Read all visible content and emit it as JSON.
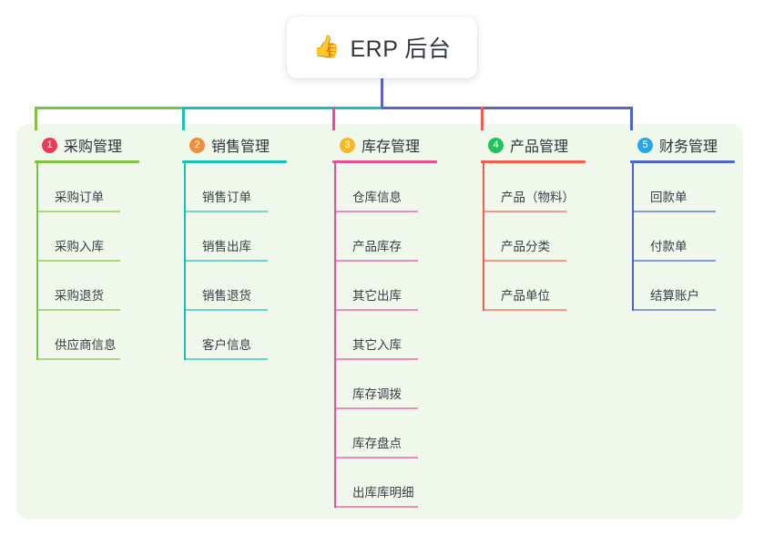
{
  "root": {
    "emoji": "👍",
    "emoji_name": "thumbs-up-icon",
    "title": "ERP 后台"
  },
  "theme": {
    "panel_bg": "#eff8ea",
    "page_bg": "#ffffff",
    "title_color": "#2f3239",
    "root_line_color": "#5b63c4"
  },
  "branches": [
    {
      "number": "1",
      "title": "采购管理",
      "color": "#7dc242",
      "badge_color": "#ed3b57",
      "items": [
        "采购订单",
        "采购入库",
        "采购退货",
        "供应商信息"
      ]
    },
    {
      "number": "2",
      "title": "销售管理",
      "color": "#16c2b5",
      "badge_color": "#f08c3c",
      "items": [
        "销售订单",
        "销售出库",
        "销售退货",
        "客户信息"
      ]
    },
    {
      "number": "3",
      "title": "库存管理",
      "color": "#ea4b9b",
      "badge_color": "#f5b927",
      "items": [
        "仓库信息",
        "产品库存",
        "其它出库",
        "其它入库",
        "库存调拨",
        "库存盘点",
        "出库库明细"
      ]
    },
    {
      "number": "4",
      "title": "产品管理",
      "color": "#fa5a4b",
      "badge_color": "#22c35e",
      "items": [
        "产品（物料）",
        "产品分类",
        "产品单位"
      ]
    },
    {
      "number": "5",
      "title": "财务管理",
      "color": "#4a64c8",
      "badge_color": "#2ba3e8",
      "items": [
        "回款单",
        "付款单",
        "结算账户"
      ]
    }
  ]
}
